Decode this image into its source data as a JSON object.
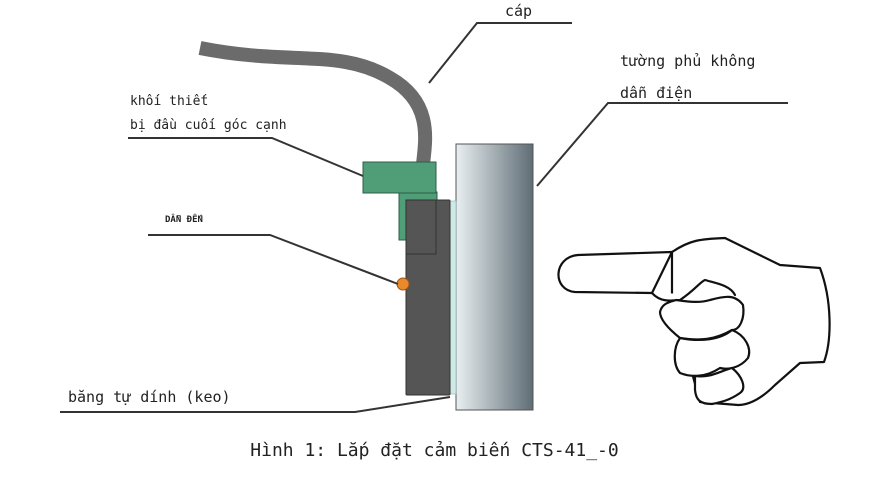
{
  "labels": {
    "cable": "cáp",
    "terminal_block_line1": "khối thiết",
    "terminal_block_line2": "bị đầu cuối góc cạnh",
    "lead": "DẪN ĐẾN",
    "wall_line1": "tường phủ không",
    "wall_line2": "dẫn điện",
    "adhesive_tape": "băng tự dính (keo)"
  },
  "caption": "Hình 1: Lắp đặt cảm biến CTS-41_-0",
  "colors": {
    "cable": "#6b6b6b",
    "terminal_block": "#4f9e77",
    "sensor_body": "#555555",
    "tape": "#cfe8e8",
    "led": "#e8892c",
    "wall_light": "#e9eff1",
    "wall_dark": "#5f6d75"
  }
}
